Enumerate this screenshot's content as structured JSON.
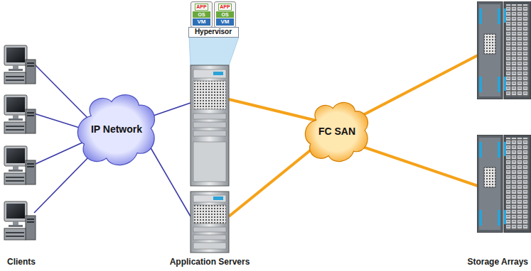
{
  "diagram": {
    "nodes": [
      {
        "text": [
          "IP Network"
        ]
      },
      {
        "text": [
          "APP",
          "OS",
          "VM"
        ]
      },
      {
        "text": [
          "APP",
          "OS",
          "VM"
        ]
      },
      {
        "text": [
          "Hypervisor"
        ]
      },
      {
        "text": [
          "FC SAN"
        ]
      }
    ],
    "labels": [
      "Clients",
      "Application Servers",
      "Storage Arrays"
    ]
  }
}
